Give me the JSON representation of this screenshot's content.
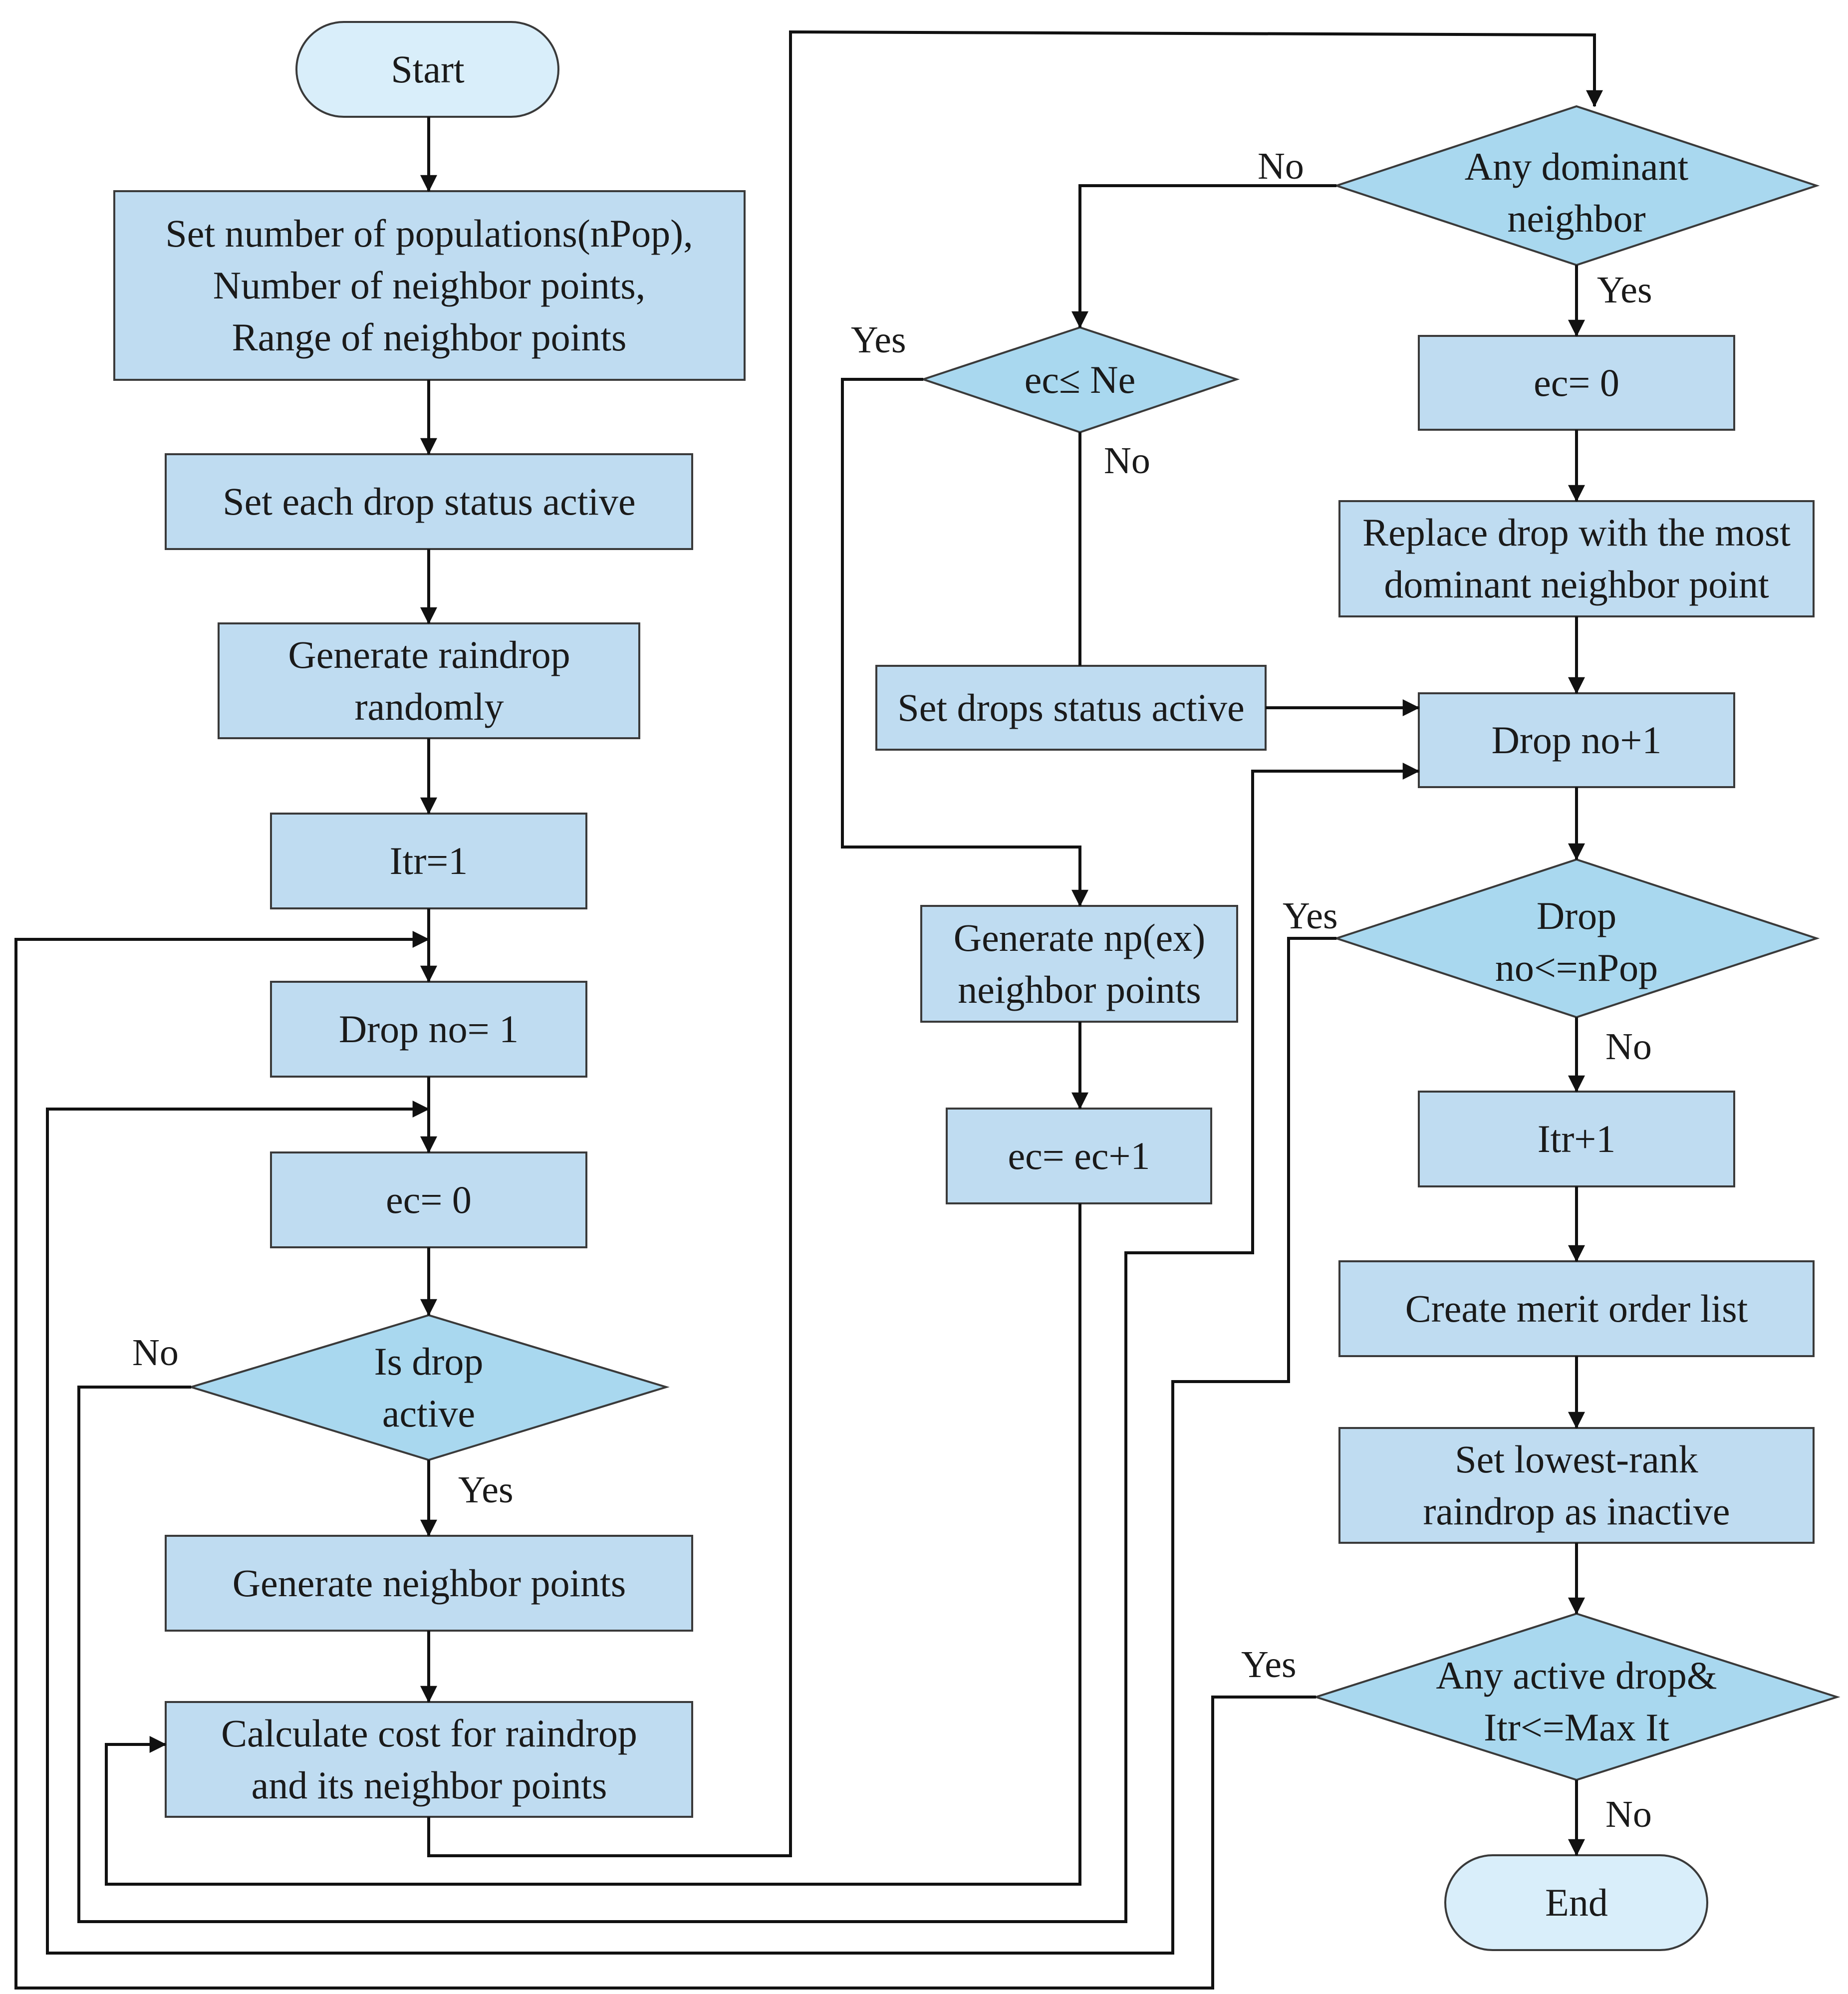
{
  "nodes": {
    "start": [
      "Start"
    ],
    "set_params": [
      "Set number of populations(nPop),",
      "Number of neighbor points,",
      "Range of neighbor points"
    ],
    "set_active": [
      "Set each drop status active"
    ],
    "gen_raindrop": [
      "Generate raindrop",
      "randomly"
    ],
    "itr1": [
      "Itr=1"
    ],
    "dropno1": [
      "Drop no= 1"
    ],
    "ec0_left": [
      "ec= 0"
    ],
    "is_active": [
      "Is drop",
      "active"
    ],
    "gen_neighbor": [
      "Generate neighbor points"
    ],
    "calc_cost": [
      "Calculate cost for raindrop",
      "and its neighbor points"
    ],
    "ec_le_ne": [
      "ec≤ Ne"
    ],
    "set_drops_active": [
      "Set drops status active"
    ],
    "gen_np": [
      "Generate np(ex)",
      "neighbor points"
    ],
    "ec_inc": [
      "ec= ec+1"
    ],
    "any_dominant": [
      "Any dominant",
      "neighbor"
    ],
    "ec0_right": [
      "ec= 0"
    ],
    "replace": [
      "Replace drop with the most",
      "dominant neighbor point"
    ],
    "dropno_inc": [
      "Drop no+1"
    ],
    "dropno_le": [
      "Drop",
      "no<=nPop"
    ],
    "itr_inc": [
      "Itr+1"
    ],
    "merit": [
      "Create merit order list"
    ],
    "lowest": [
      "Set lowest-rank",
      "raindrop as inactive"
    ],
    "any_active": [
      "Any active drop&",
      "Itr<=Max It"
    ],
    "end": [
      "End"
    ]
  },
  "edge_labels": {
    "is_active_no": "No",
    "is_active_yes": "Yes",
    "ec_le_ne_yes": "Yes",
    "ec_le_ne_no": "No",
    "any_dominant_no": "No",
    "any_dominant_yes": "Yes",
    "dropno_le_yes": "Yes",
    "dropno_le_no": "No",
    "any_active_yes": "Yes",
    "any_active_no": "No"
  },
  "colors": {
    "process_fill": "#bfdcf1",
    "decision_fill": "#a9d8ef",
    "terminal_fill": "#d9eefa",
    "stroke": "#3a3a3a",
    "arrow": "#111111"
  }
}
